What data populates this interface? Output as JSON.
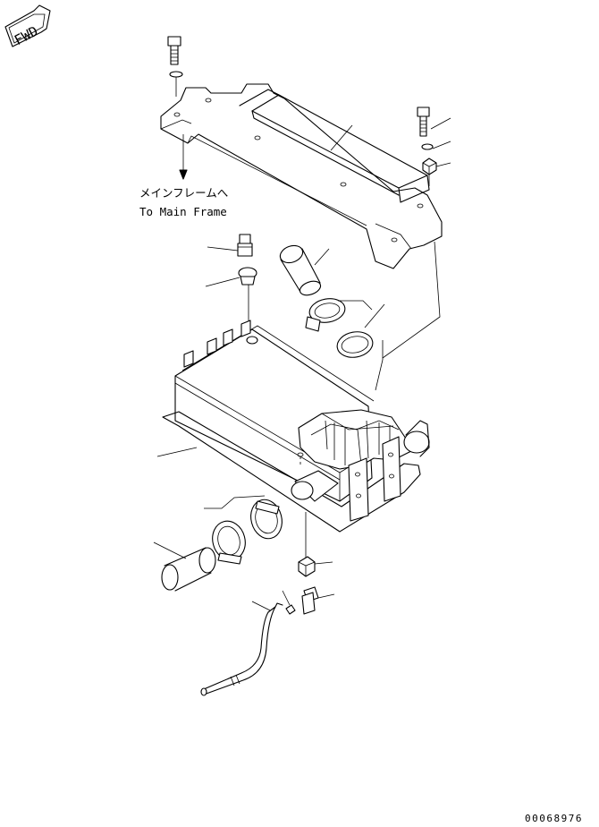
{
  "direction_marker": {
    "text": "FWD"
  },
  "note": {
    "line_jp": "メインフレームへ",
    "line_en": "To Main Frame"
  },
  "drawing_number": "00068976"
}
